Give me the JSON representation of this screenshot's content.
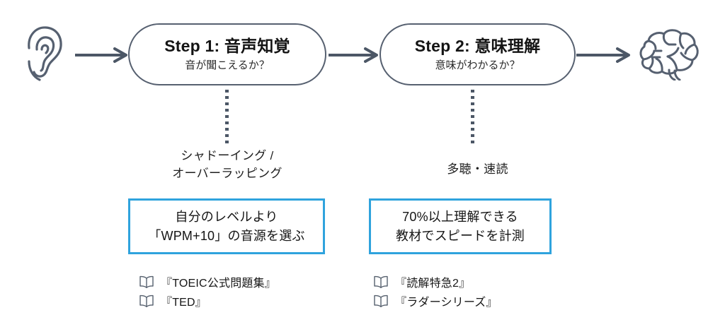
{
  "diagram": {
    "title": "Listening comprehension two-step flow",
    "colors": {
      "pill_stroke": "#566070",
      "accent_blue": "#2fa3dd",
      "icon_gray": "#566070",
      "text": "#141414"
    },
    "start_icon": "ear-icon",
    "end_icon": "brain-icon",
    "arrows": [
      "arrow-ear-to-step1",
      "arrow-step1-to-step2",
      "arrow-step2-to-brain"
    ],
    "steps": [
      {
        "id": "step-1",
        "title": "Step 1: 音声知覚",
        "subtitle": "音が聞こえるか？",
        "method": "シャドーイング /\nオーバーラッピング",
        "method_line1": "シャドーイング /",
        "method_line2": "オーバーラッピング",
        "action_line1": "自分のレベルより",
        "action_line2": "「WPM+10」の音源を選ぶ",
        "books": [
          {
            "icon": "book-icon",
            "label": "『TOEIC公式問題集』"
          },
          {
            "icon": "book-icon",
            "label": "『TED』"
          }
        ]
      },
      {
        "id": "step-2",
        "title": "Step 2: 意味理解",
        "subtitle": "意味がわかるか？",
        "method": "多聴・速読",
        "method_line1": "多聴・速読",
        "method_line2": "",
        "action_line1": "70%以上理解できる",
        "action_line2": "教材でスピードを計測",
        "books": [
          {
            "icon": "book-icon",
            "label": "『読解特急2』"
          },
          {
            "icon": "book-icon",
            "label": "『ラダーシリーズ』"
          }
        ]
      }
    ]
  }
}
